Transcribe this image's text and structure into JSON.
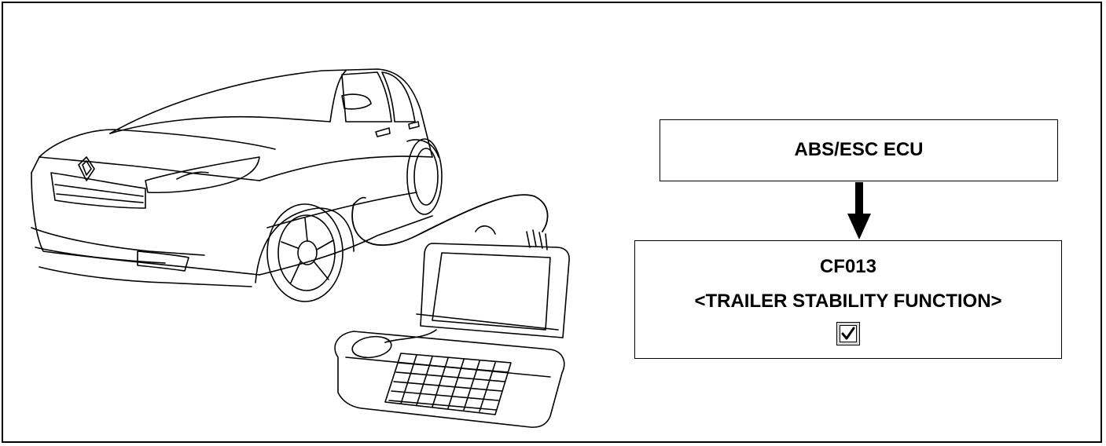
{
  "diagram": {
    "ecu_box": {
      "label": "ABS/ESC ECU"
    },
    "config_box": {
      "code": "CF013",
      "function_name": "<TRAILER STABILITY FUNCTION>",
      "checkbox_checked": true
    },
    "illustration": {
      "icon": "car-with-diagnostic-tool-icon"
    },
    "colors": {
      "line": "#000000",
      "background": "#ffffff",
      "checkbox_frame": "#d9d9d9"
    }
  }
}
